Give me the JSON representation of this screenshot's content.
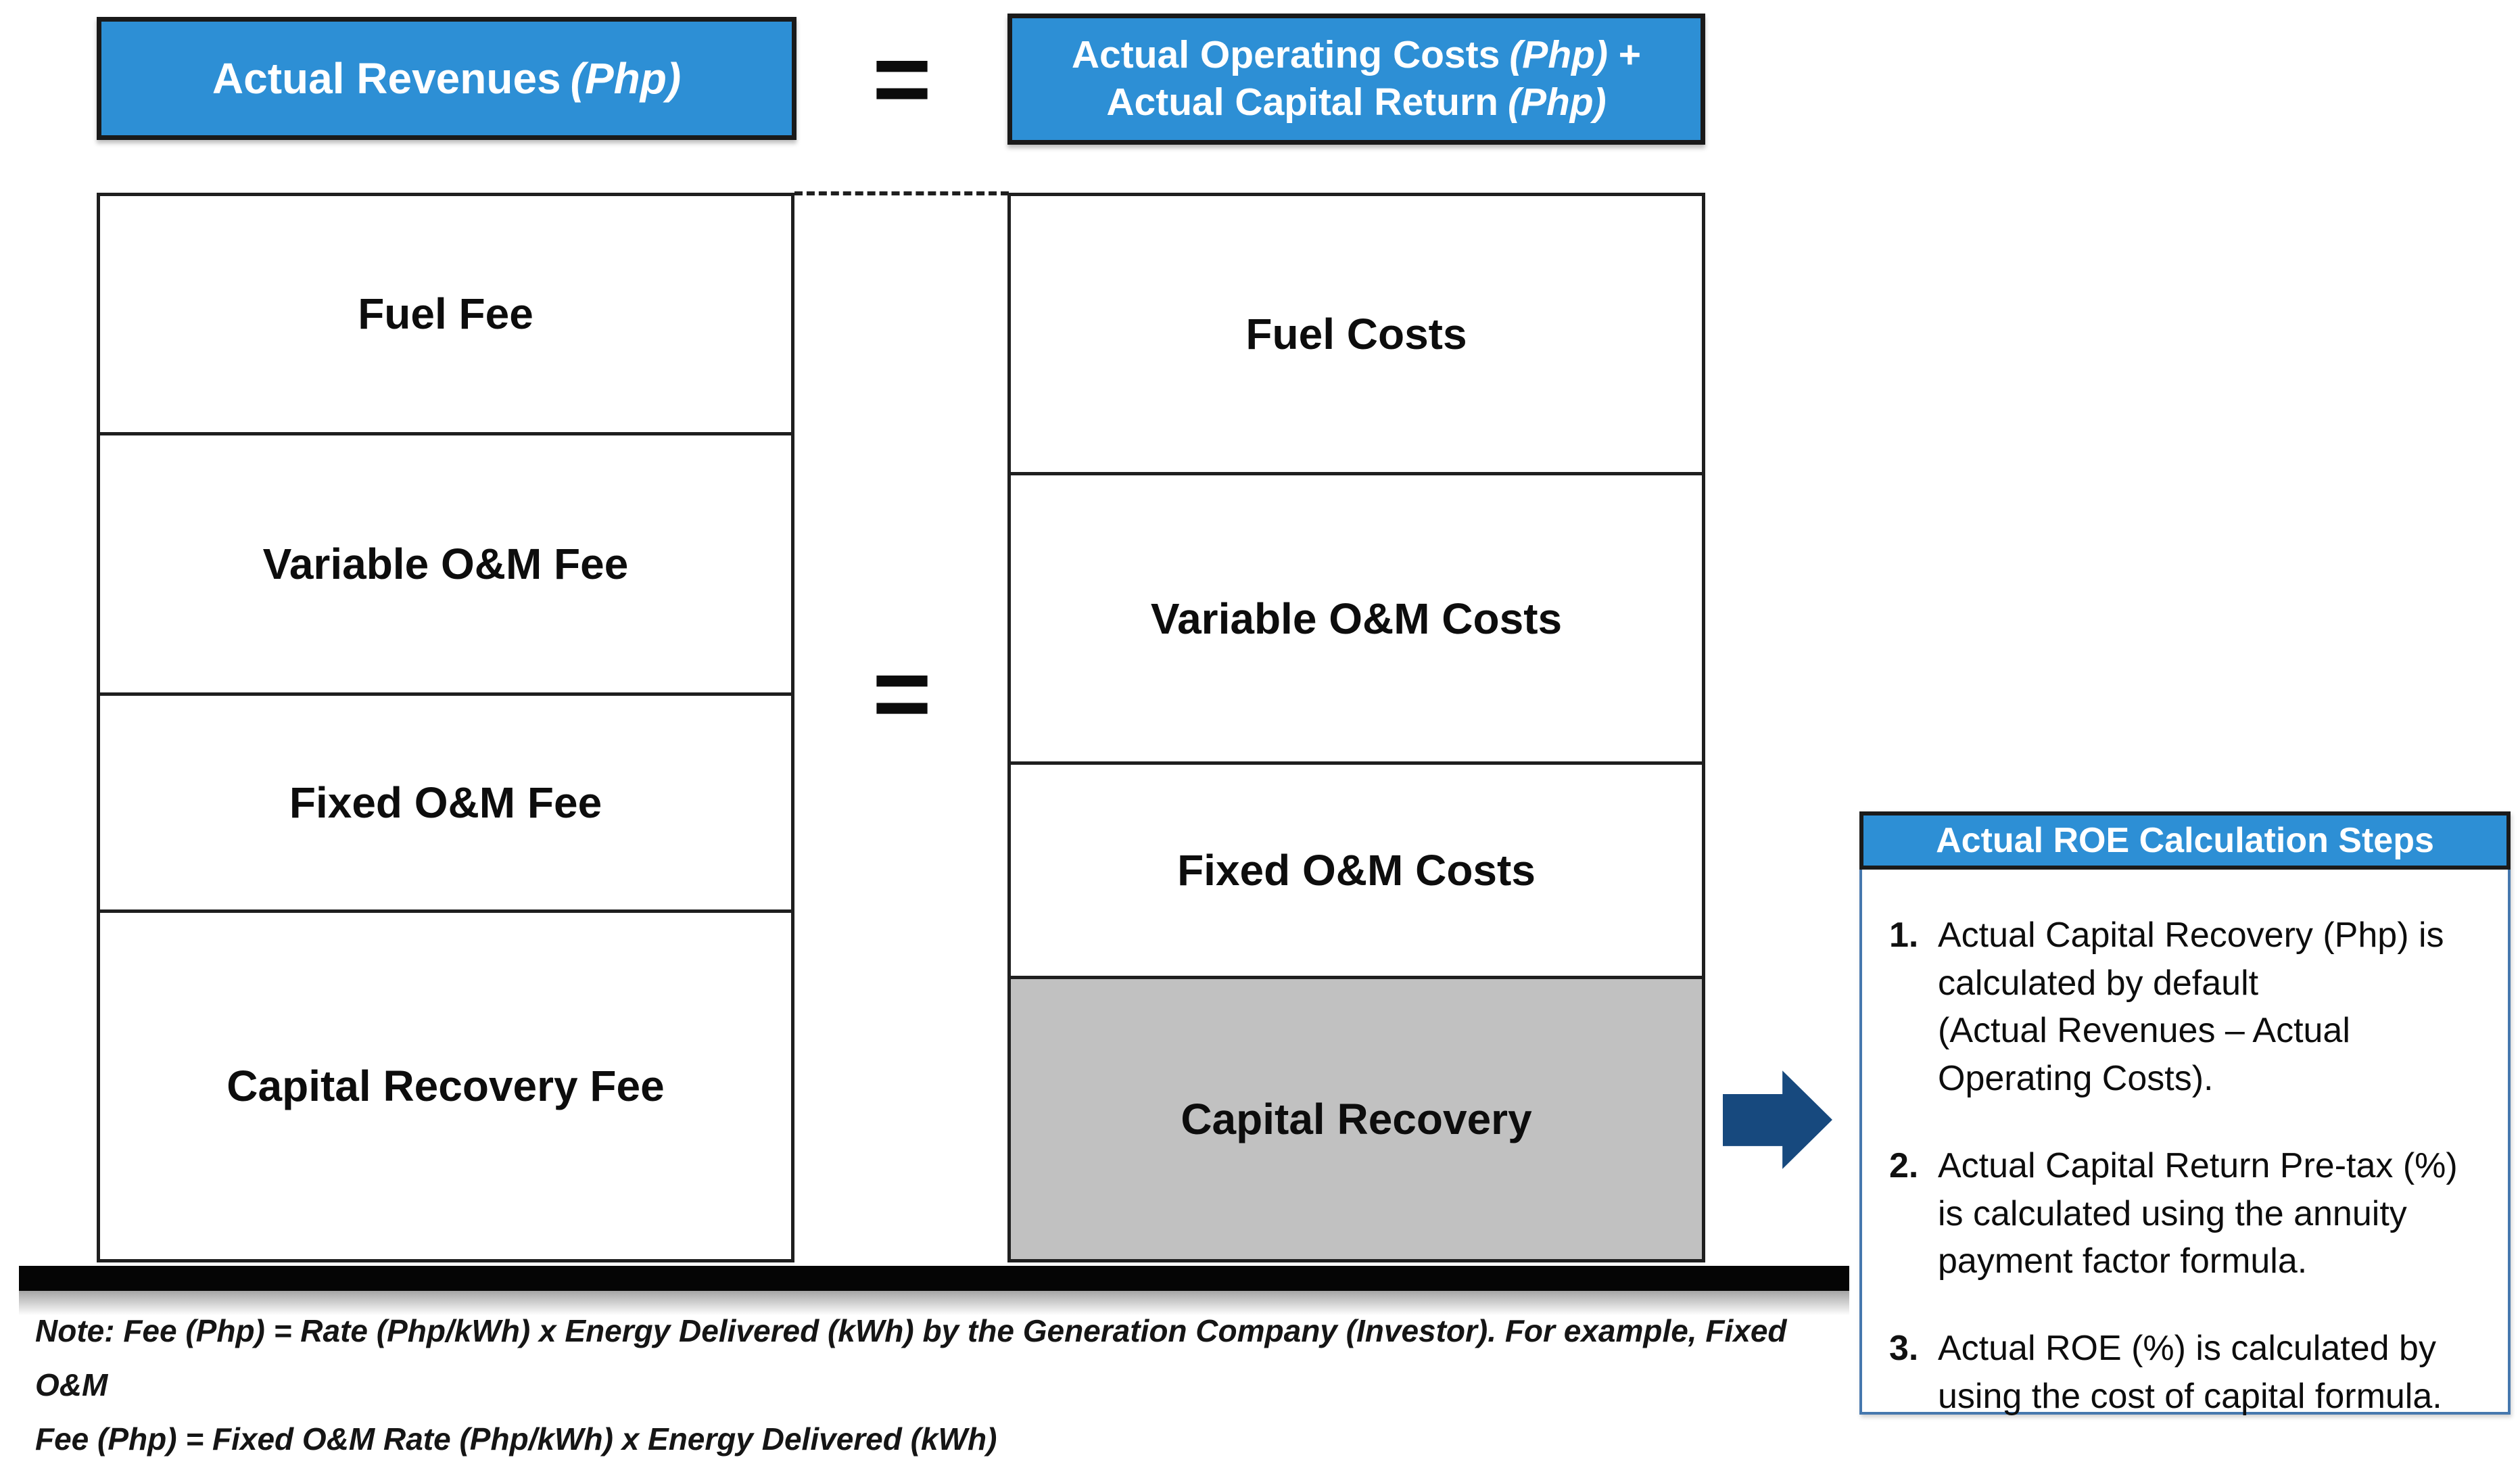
{
  "equation": {
    "revenues_label": "Actual Revenues",
    "revenues_unit": "(Php)",
    "equals_top": "=",
    "operating_label": "Actual Operating Costs",
    "operating_unit": "(Php)",
    "plus": "+",
    "capital_label": "Actual Capital Return",
    "capital_unit": "(Php)",
    "equals_mid": "="
  },
  "revenue_stack": {
    "items": [
      "Fuel Fee",
      "Variable O&M Fee",
      "Fixed O&M Fee",
      "Capital Recovery Fee"
    ]
  },
  "cost_stack": {
    "items": [
      "Fuel Costs",
      "Variable O&M Costs",
      "Fixed O&M Costs",
      "Capital Recovery"
    ]
  },
  "note": {
    "line1": "Note: Fee (Php) = Rate (Php/kWh) x Energy Delivered (kWh) by the Generation Company (Investor). For example, Fixed O&M",
    "line2": "Fee (Php) = Fixed O&M Rate (Php/kWh) x Energy Delivered (kWh)"
  },
  "roe_panel": {
    "title": "Actual ROE Calculation Steps",
    "steps": [
      {
        "num": "1.",
        "text": "Actual Capital Recovery (Php) is\ncalculated by default\n(Actual Revenues – Actual\nOperating Costs)."
      },
      {
        "num": "2.",
        "text": "Actual Capital Return Pre-tax (%)\nis calculated using the annuity\npayment factor formula."
      },
      {
        "num": "3.",
        "text": "Actual ROE (%) is calculated by\nusing the cost of capital formula."
      }
    ]
  },
  "icons": {
    "right_arrow": "right-arrow-icon"
  },
  "colors": {
    "header_blue": "#2d8fd5",
    "arrow_navy": "#17497e",
    "capital_recovery_gray": "#c1c1c1",
    "panel_border_blue": "#4678ae",
    "ground_bar_black": "#050505"
  }
}
